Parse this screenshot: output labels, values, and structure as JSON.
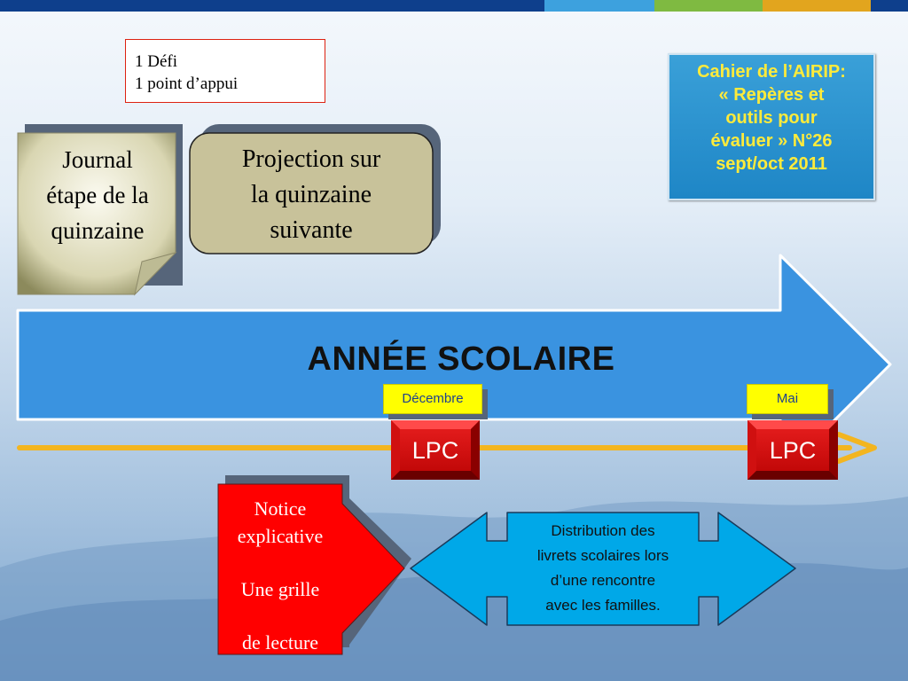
{
  "header_bar": {
    "colors": [
      "#0e3f8c",
      "#3da1de",
      "#7fba41",
      "#e2a51e",
      "#0e3f8c"
    ]
  },
  "defi_note": {
    "line1": "1 Défi",
    "line2": "1 point d’appui"
  },
  "cahier_note": {
    "line1": "Cahier de l’AIRIP:",
    "line2": "« Repères et",
    "line3": "outils pour",
    "line4": "évaluer » N°26",
    "line5": "sept/oct 2011"
  },
  "journal_card": {
    "line1": "Journal",
    "line2": "étape de la",
    "line3": "quinzaine"
  },
  "projection_card": {
    "line1": "Projection sur",
    "line2": "la quinzaine",
    "line3": "suivante"
  },
  "main_arrow": {
    "label": "ANNÉE SCOLAIRE",
    "color": "#3a93e0"
  },
  "timeline": {
    "markers": [
      {
        "month": "Décembre",
        "label": "LPC"
      },
      {
        "month": "Mai",
        "label": "LPC"
      }
    ]
  },
  "notice_arrow": {
    "line1": "Notice",
    "line2": "explicative",
    "line3": "Une grille",
    "line4": "de lecture",
    "color": "#ff0000"
  },
  "distribution_arrow": {
    "line1": "Distribution des",
    "line2": "livrets scolaires lors",
    "line3": "d’une rencontre",
    "line4": "avec les familles.",
    "color": "#00a8e8"
  }
}
